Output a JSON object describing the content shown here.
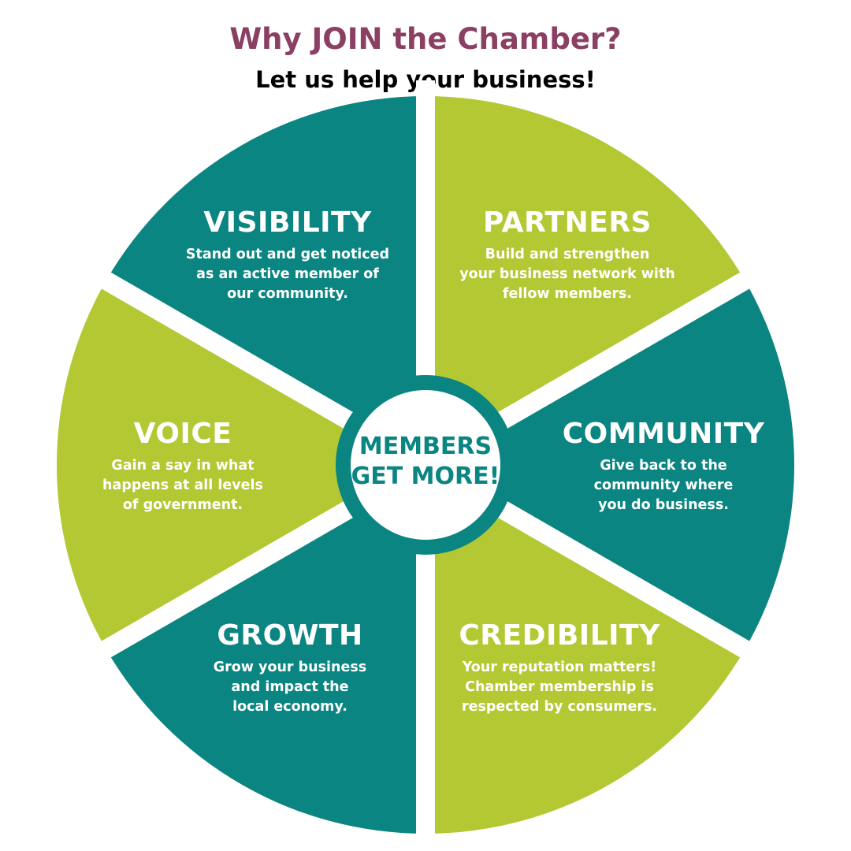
{
  "title": "Why JOIN the Chamber?",
  "subtitle": "Let us help your business!",
  "colors": {
    "teal": "#0b8582",
    "lime": "#b4c834",
    "title": "#8b3f62"
  },
  "center": {
    "line1": "MEMBERS",
    "line2": "GET MORE!"
  },
  "segments": [
    {
      "heading": "VISIBILITY",
      "desc": [
        "Stand out and get noticed",
        "as an active member of",
        "our community."
      ],
      "color": "teal"
    },
    {
      "heading": "PARTNERS",
      "desc": [
        "Build and strengthen",
        "your business network with",
        "fellow members."
      ],
      "color": "lime"
    },
    {
      "heading": "COMMUNITY",
      "desc": [
        "Give back to the",
        "community where",
        "you do business."
      ],
      "color": "teal"
    },
    {
      "heading": "CREDIBILITY",
      "desc": [
        "Your reputation matters!",
        "Chamber membership is",
        "respected by consumers."
      ],
      "color": "lime"
    },
    {
      "heading": "GROWTH",
      "desc": [
        "Grow your business",
        "and impact the",
        "local economy."
      ],
      "color": "teal"
    },
    {
      "heading": "VOICE",
      "desc": [
        "Gain a say in what",
        "happens at all levels",
        "of government."
      ],
      "color": "lime"
    }
  ]
}
